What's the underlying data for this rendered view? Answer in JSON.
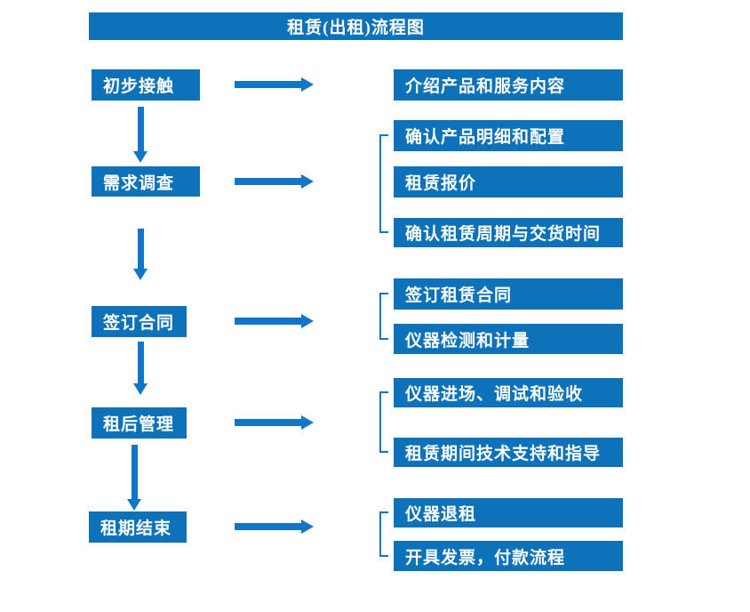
{
  "title": "租赁(出租)流程图",
  "colors": {
    "primary_blue": "#0d72b9",
    "arrow_blue": "#1176c9",
    "text": "#ffffff",
    "background": "#ffffff"
  },
  "flow": {
    "rows": [
      {
        "step": "初步接触",
        "details": [
          "介绍产品和服务内容"
        ]
      },
      {
        "step": "需求调查",
        "details": [
          "确认产品明细和配置",
          "租赁报价",
          "确认租赁周期与交货时间"
        ]
      },
      {
        "step": "签订合同",
        "details": [
          "签订租赁合同",
          "仪器检测和计量"
        ]
      },
      {
        "step": "租后管理",
        "details": [
          "仪器进场、调试和验收",
          "租赁期间技术支持和指导"
        ]
      },
      {
        "step": "租期结束",
        "details": [
          "仪器退租",
          "开具发票，付款流程"
        ]
      }
    ]
  }
}
